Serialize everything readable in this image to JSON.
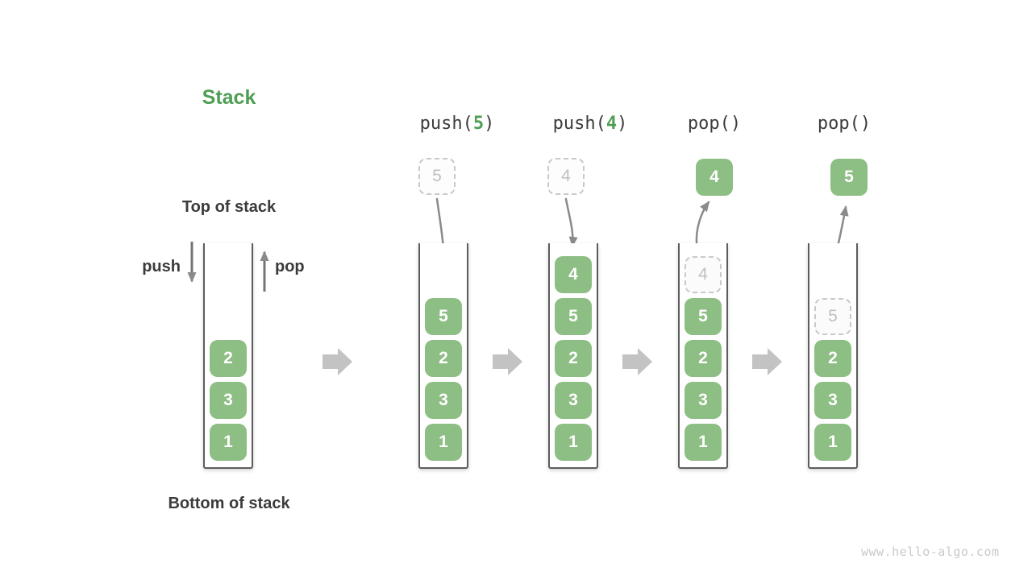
{
  "title": "Stack",
  "labels": {
    "top_of_stack": "Top of stack",
    "bottom_of_stack": "Bottom of stack",
    "push": "push",
    "pop": "pop"
  },
  "operations": [
    {
      "text_before": "push(",
      "value": "5",
      "text_after": ")"
    },
    {
      "text_before": "push(",
      "value": "4",
      "text_after": ")"
    },
    {
      "text_before": "pop()",
      "value": "",
      "text_after": ""
    },
    {
      "text_before": "pop()",
      "value": "",
      "text_after": ""
    }
  ],
  "floating_boxes": [
    {
      "value": "5",
      "style": "dashed"
    },
    {
      "value": "4",
      "style": "dashed"
    },
    {
      "value": "4",
      "style": "solid"
    },
    {
      "value": "5",
      "style": "solid"
    }
  ],
  "stacks": [
    {
      "elements": [
        {
          "value": "2"
        },
        {
          "value": "3"
        },
        {
          "value": "1"
        }
      ]
    },
    {
      "elements": [
        {
          "value": "5"
        },
        {
          "value": "2"
        },
        {
          "value": "3"
        },
        {
          "value": "1"
        }
      ]
    },
    {
      "elements": [
        {
          "value": "4"
        },
        {
          "value": "5"
        },
        {
          "value": "2"
        },
        {
          "value": "3"
        },
        {
          "value": "1"
        }
      ]
    },
    {
      "elements": [
        {
          "value": "4",
          "ghost": true
        },
        {
          "value": "5"
        },
        {
          "value": "2"
        },
        {
          "value": "3"
        },
        {
          "value": "1"
        }
      ]
    },
    {
      "elements": [
        {
          "value": "5",
          "ghost": true
        },
        {
          "value": "2"
        },
        {
          "value": "3"
        },
        {
          "value": "1"
        }
      ]
    }
  ],
  "watermark": "www.hello-algo.com",
  "colors": {
    "element_green": "#8dbe83",
    "accent_green": "#4e9e53",
    "dark_text": "#3b3b3b",
    "arrow_gray": "#8a8a8a",
    "block_arrow_gray": "#c3c3c3",
    "dashed_border": "#c9c9c9",
    "ghost_text": "#c0c0c0",
    "wall_gray": "#5d5d5d",
    "watermark_gray": "#c9c9c9"
  }
}
